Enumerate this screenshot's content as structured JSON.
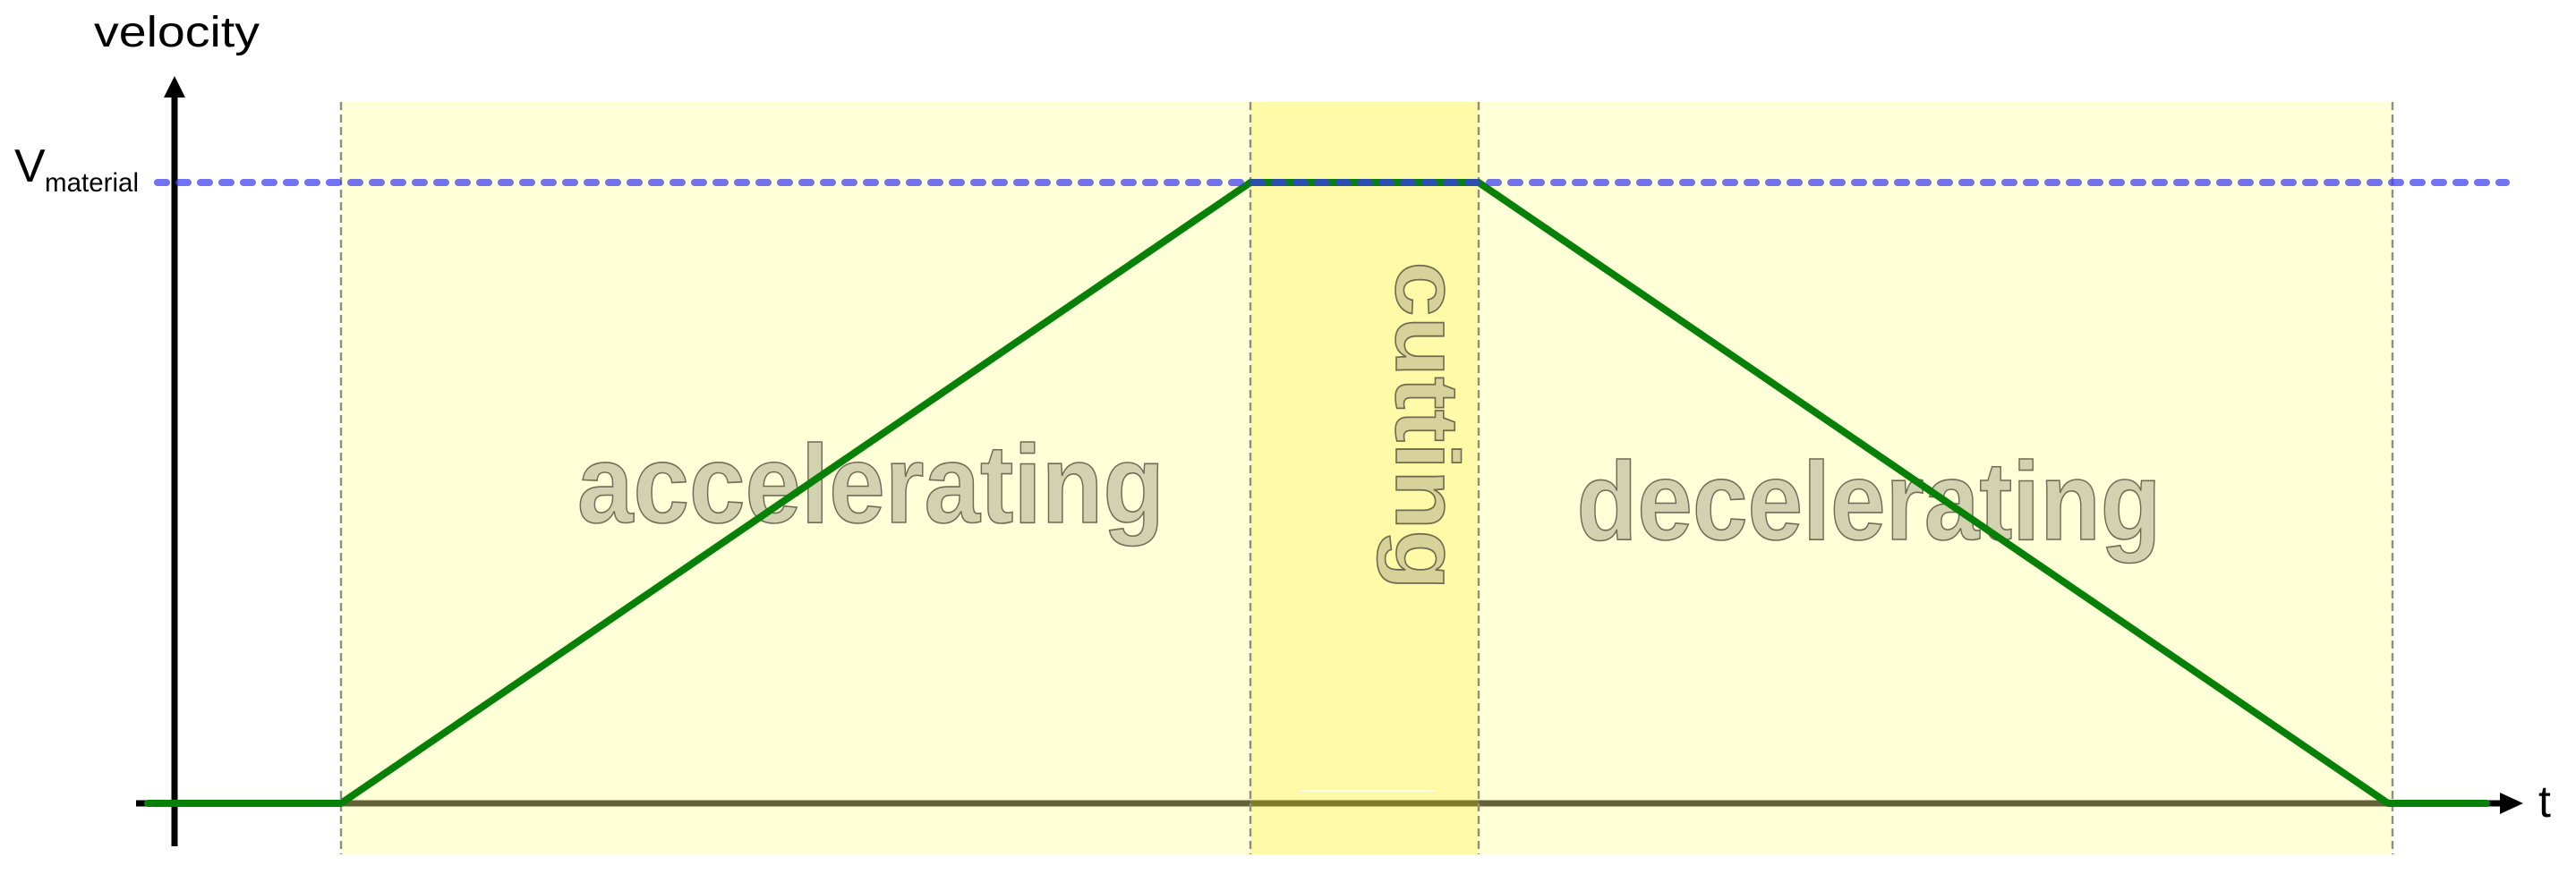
{
  "diagram": {
    "title": "velocity vs time profile",
    "y_axis_label": "velocity",
    "x_axis_label": "t",
    "reference_line": {
      "label_main": "V",
      "label_sub": "material",
      "color": "#6e6ef0",
      "style": "dashed"
    },
    "phases": [
      {
        "name": "accelerating",
        "label": "accelerating",
        "fill": "#ffffd6"
      },
      {
        "name": "cutting",
        "label": "cutting",
        "fill": "#fffba8",
        "orientation": "vertical"
      },
      {
        "name": "decelerating",
        "label": "decelerating",
        "fill": "#ffffd6"
      }
    ],
    "velocity_profile": {
      "color": "#078007",
      "shape": "trapezoid",
      "segments": [
        "zero (before)",
        "linear ramp up",
        "constant at V_material",
        "linear ramp down",
        "zero (after)"
      ]
    },
    "colors": {
      "axis": "#000000",
      "boundary_dash": "#8f8f80",
      "profile": "#078007",
      "reference": "#6e6ef0"
    }
  },
  "chart_data": {
    "type": "line",
    "title": "",
    "xlabel": "t",
    "ylabel": "velocity",
    "y_reference": {
      "label": "V_material",
      "value": 1.0
    },
    "x": [
      0,
      1,
      2.2,
      2.8,
      4.0,
      5.0
    ],
    "series": [
      {
        "name": "velocity",
        "values": [
          0,
          0,
          1.0,
          1.0,
          0,
          0
        ]
      }
    ],
    "regions": [
      {
        "label": "accelerating",
        "x_start": 1,
        "x_end": 2.2
      },
      {
        "label": "cutting",
        "x_start": 2.2,
        "x_end": 2.8
      },
      {
        "label": "decelerating",
        "x_start": 2.8,
        "x_end": 4.0
      }
    ],
    "grid": false,
    "legend": "none",
    "ylim": [
      0,
      1.0
    ]
  }
}
